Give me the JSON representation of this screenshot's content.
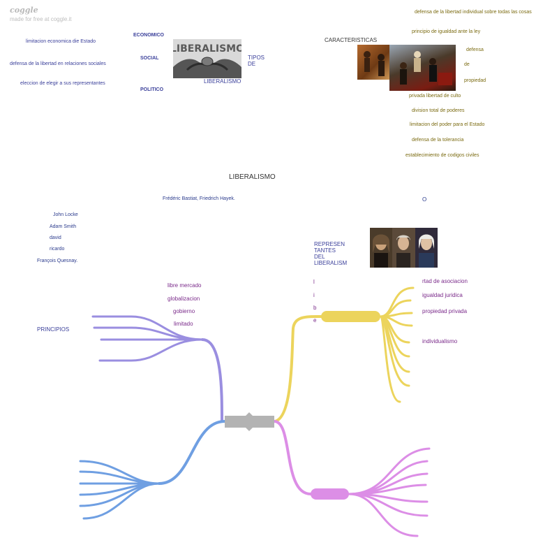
{
  "brand": {
    "name": "coggle",
    "tagline": "made for free at coggle.it"
  },
  "center": {
    "title": "LIBERALISMO"
  },
  "types": {
    "heading_1": "TIPOS",
    "heading_2": "DE",
    "image_caption": "LIBERALISMO",
    "image_text": "LIBERALISMO",
    "economico": "ECONOMICO",
    "social": "SOCIAL",
    "politico": "POLITICO",
    "economico_desc": "limitacion economica die Estado",
    "social_desc": "defensa de la libertad en relaciones sociales",
    "politico_desc": "eleccion de elegir a sus representantes"
  },
  "characteristics": {
    "heading": "CARACTERISTICAS",
    "items": [
      "defensa de la libertad individual sobre todas las cosas",
      "principio de igualdad ante la ley",
      "defensa",
      "de",
      "propiedad",
      "privada libertad de culto",
      "division total de poderes",
      "limitacion del poder para el Estado",
      "defensa de la tolerancia",
      "establecimiento de codigos civiles"
    ]
  },
  "representatives": {
    "heading_lines": [
      "REPRESEN",
      "TANTES",
      "DEL",
      "LIBERALISM"
    ],
    "o_label": "O",
    "line_top": "Frédéric Bastiat, Friedrich Hayek.",
    "names": [
      "John Locke",
      "Adam  Smith",
      "david",
      "ricardo",
      "François Quesnay."
    ]
  },
  "principles": {
    "heading": "PRINCIPIOS",
    "items": [
      "libre mercado",
      "globalizacion",
      "gobierno",
      "limitado"
    ]
  },
  "libertad": {
    "vertical_letters": [
      "l",
      "i",
      "b",
      "e"
    ],
    "items": [
      "rtad de asociacion",
      "igualdad juridica",
      "propiedad privada",
      "individualismo"
    ]
  },
  "colors": {
    "lavender": "#9a8ee0",
    "blue": "#6f9fe2",
    "yellow": "#ecd45c",
    "pink": "#dc8ee6",
    "center": "#b3b3b3"
  }
}
